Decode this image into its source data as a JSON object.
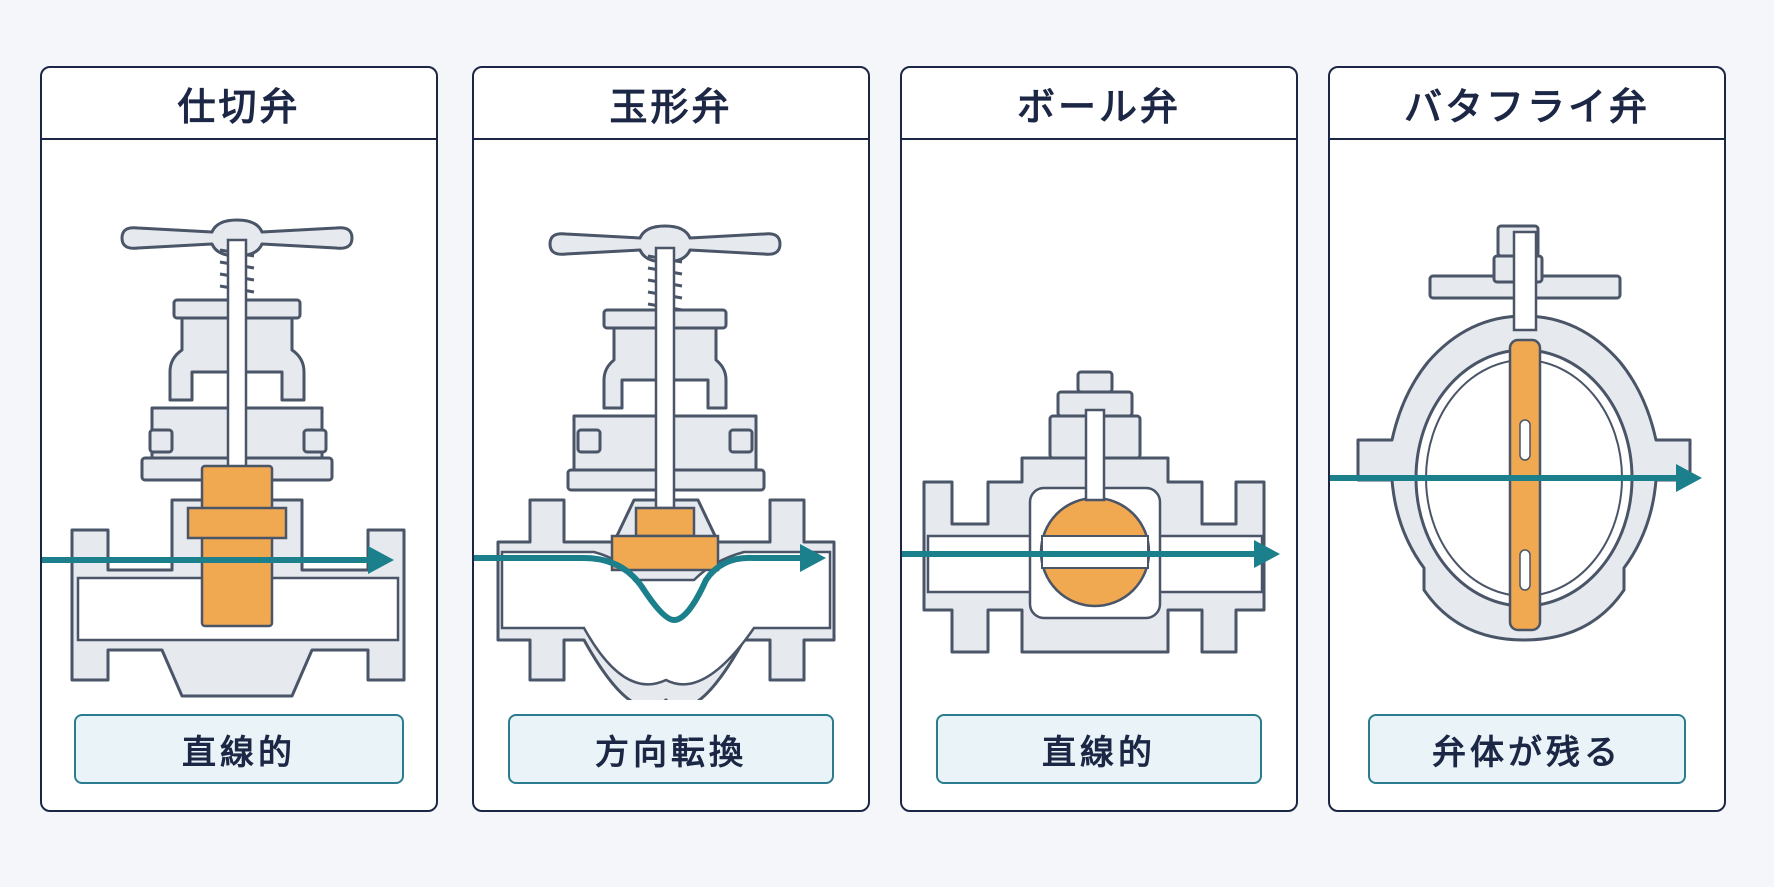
{
  "panels": [
    {
      "title": "仕切弁",
      "caption": "直線的"
    },
    {
      "title": "玉形弁",
      "caption": "方向転換"
    },
    {
      "title": "ボール弁",
      "caption": "直線的"
    },
    {
      "title": "バタフライ弁",
      "caption": "弁体が残る"
    }
  ],
  "colors": {
    "outline": "#1c2745",
    "body_fill": "#e6e9ee",
    "metal_stroke": "#4a5568",
    "disc_fill": "#f0a950",
    "flow_arrow": "#1b7f8c",
    "caption_fill": "#eaf4f8"
  }
}
